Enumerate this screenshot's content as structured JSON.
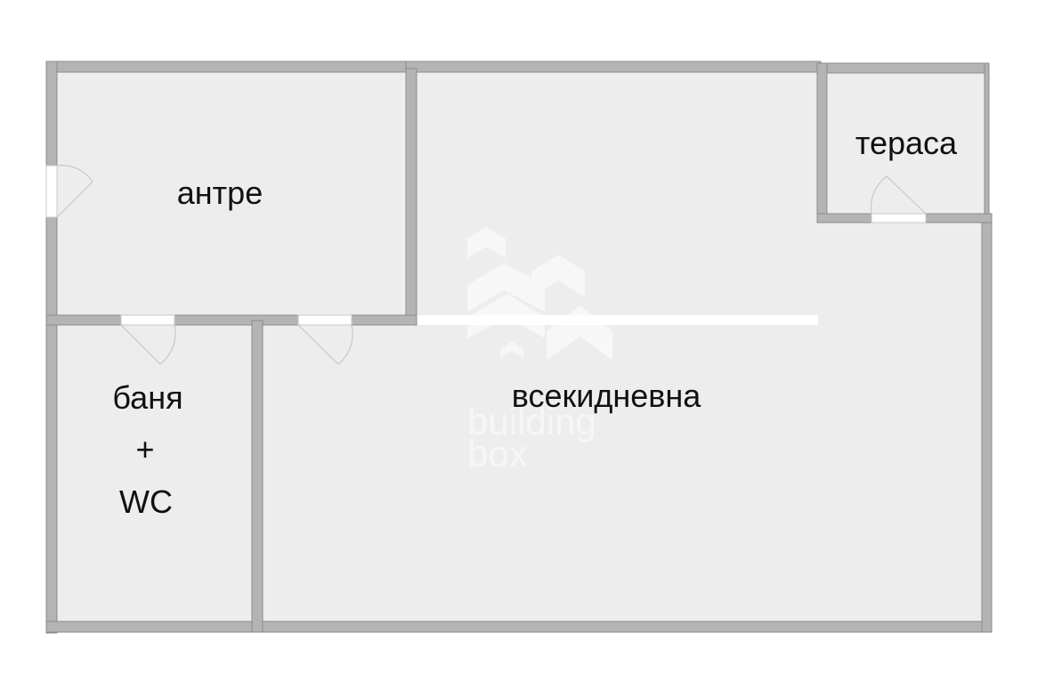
{
  "rooms": {
    "entrance": {
      "label": "антре"
    },
    "living": {
      "label": "всекидневна"
    },
    "terrace": {
      "label": "тераса"
    },
    "bathroom": {
      "label_line1": "баня",
      "label_line2": "+",
      "label_line3": "WC"
    }
  },
  "watermark": {
    "line1": "building",
    "line2": "box"
  },
  "colors": {
    "wall": "#b4b4b4",
    "wall_edge": "#8c8c8c",
    "floor": "#ededed",
    "door_frame": "#ffffff",
    "door_swing": "#c8c8c8",
    "text": "#111111"
  }
}
